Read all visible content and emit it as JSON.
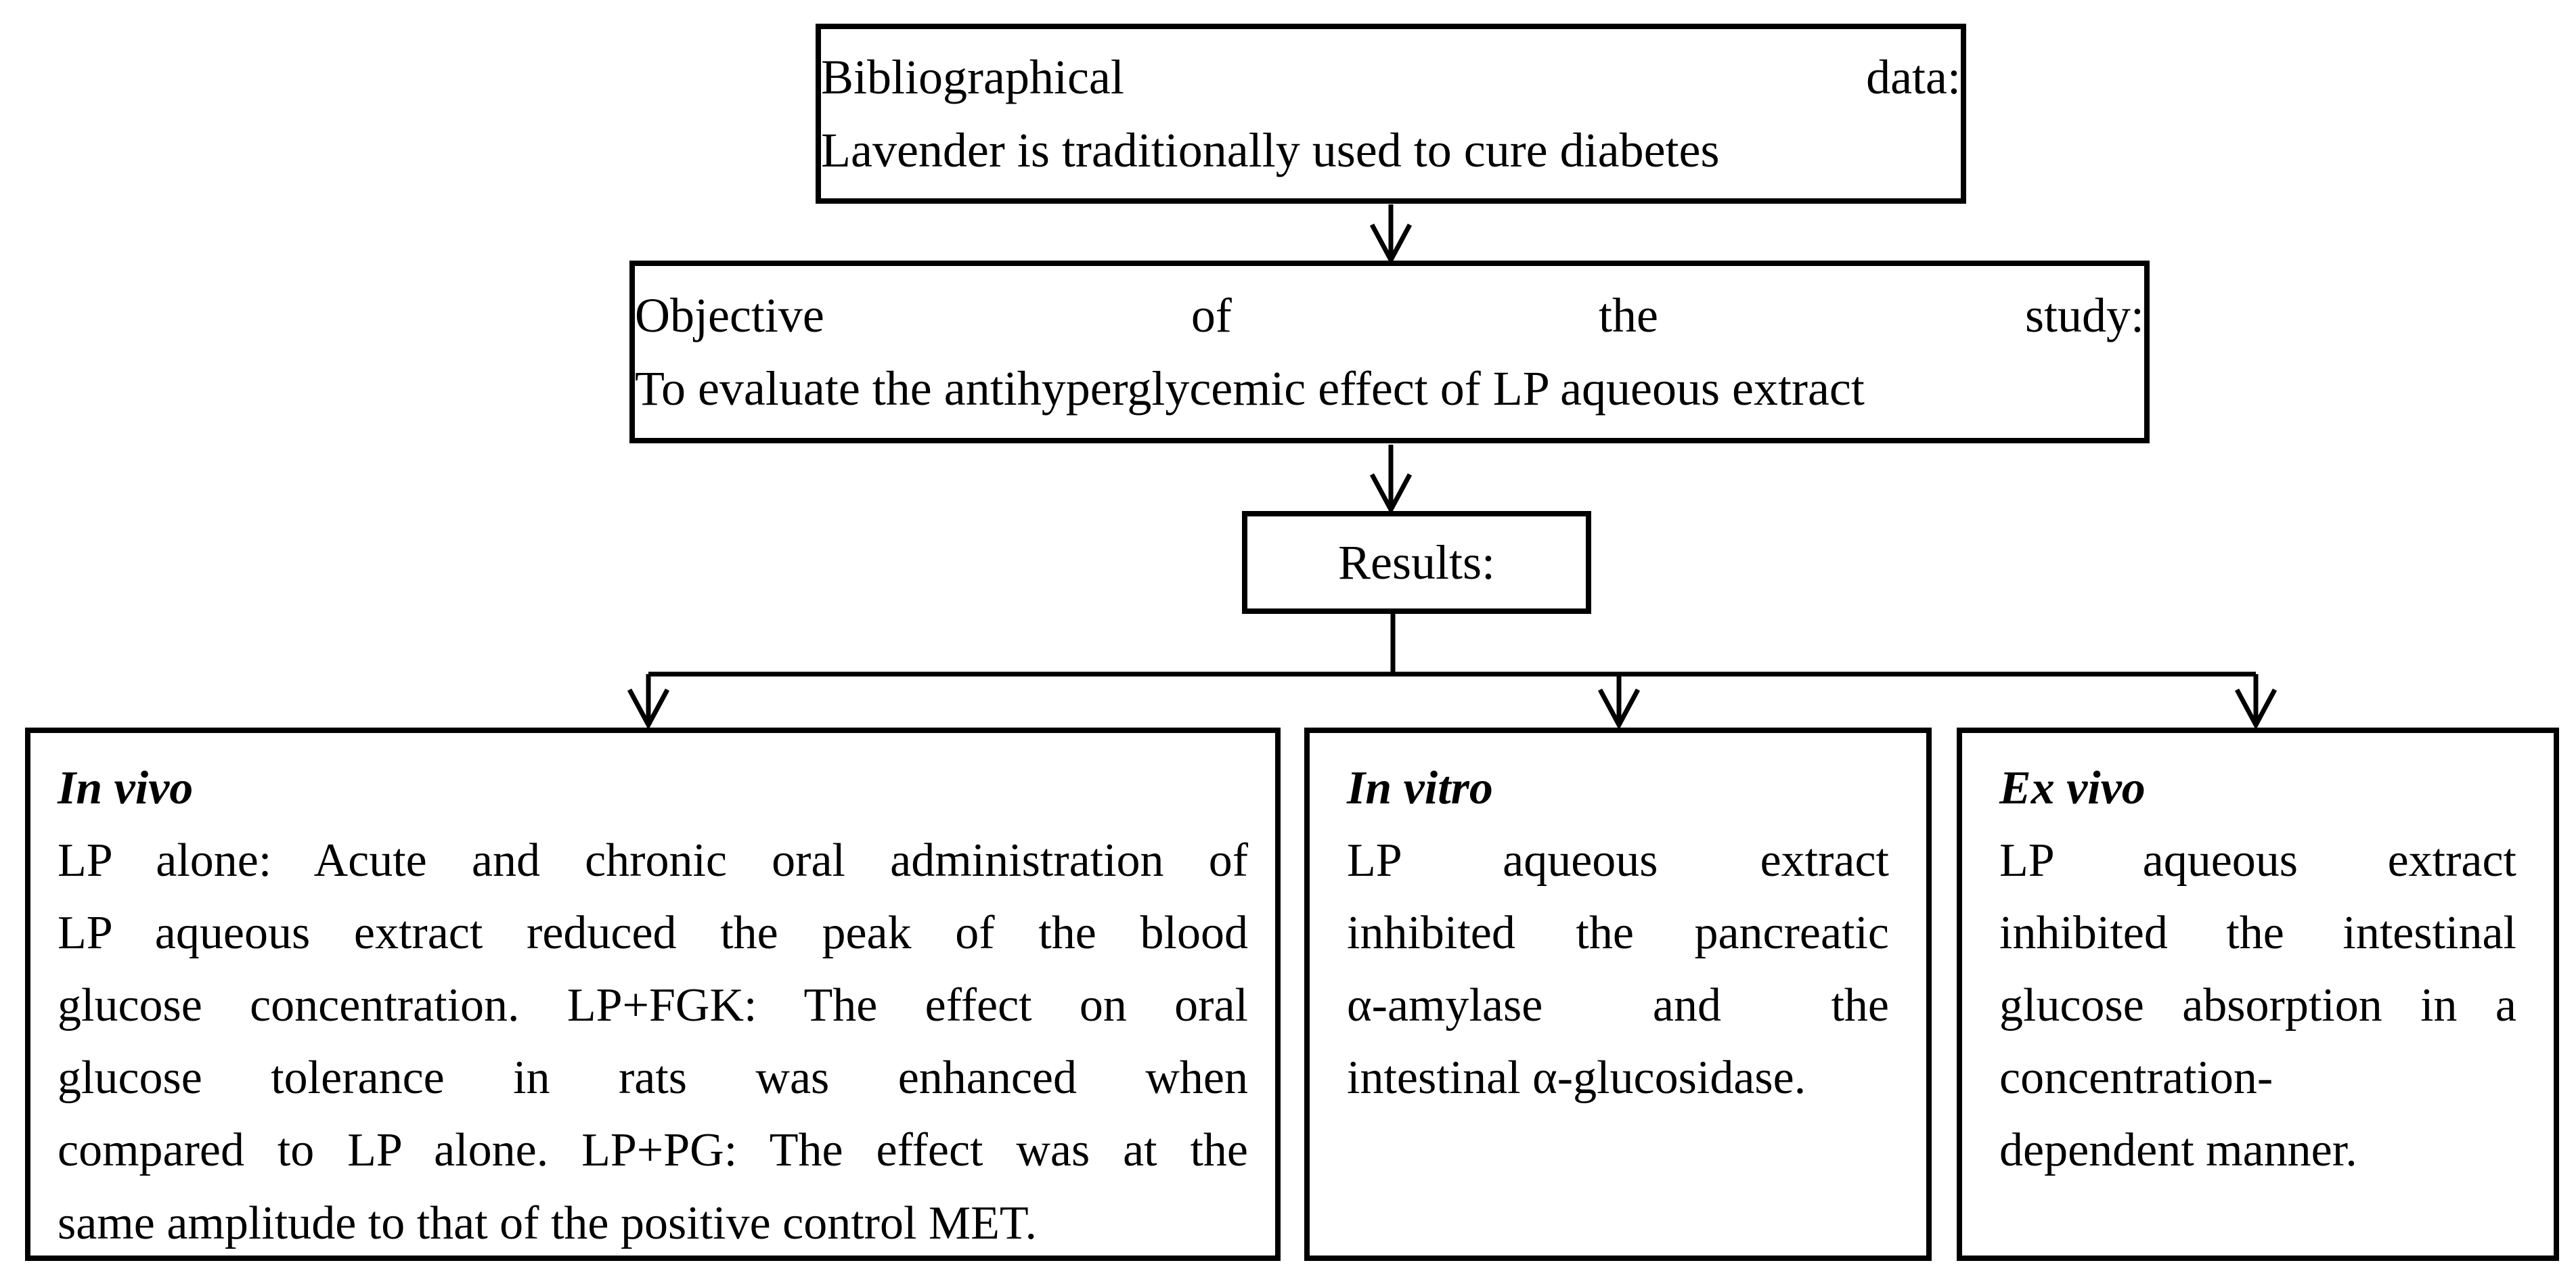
{
  "diagram": {
    "background": "#ffffff",
    "line_color": "#000000",
    "text_color": "#000000",
    "nodes": {
      "bibliographical": {
        "lines": [
          "Bibliographical data:",
          "Lavender is traditionally used to cure diabetes"
        ]
      },
      "objective": {
        "lines": [
          "Objective of the study:",
          "To evaluate the antihyperglycemic effect of LP aqueous extract"
        ]
      },
      "results": {
        "label": "Results:"
      },
      "in_vivo": {
        "heading": "In vivo",
        "lines": [
          "LP alone: Acute and chronic oral administration of",
          "LP aqueous extract reduced the peak of the blood",
          "glucose concentration. LP+FGK: The effect on oral",
          "glucose tolerance in rats was enhanced when",
          "compared to LP alone. LP+PG: The effect was at the",
          "same amplitude to that of the positive control MET."
        ]
      },
      "in_vitro": {
        "heading": "In vitro",
        "lines": [
          "LP aqueous extract",
          "inhibited the pancreatic",
          "α-amylase and the",
          "intestinal α-glucosidase."
        ]
      },
      "ex_vivo": {
        "heading": "Ex vivo",
        "lines": [
          "LP aqueous extract",
          "inhibited the intestinal",
          "glucose absorption in a",
          "concentration-",
          "dependent manner."
        ]
      }
    }
  }
}
